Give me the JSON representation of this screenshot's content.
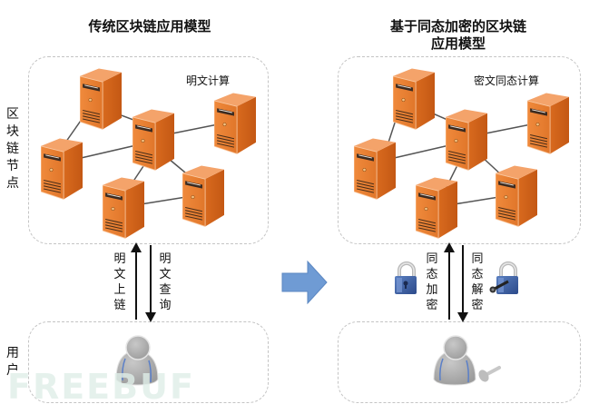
{
  "left_model": {
    "title": "传统区块链应用模型",
    "compute_label": "明文计算",
    "upload_label": "明文上链",
    "query_label": "明文查询"
  },
  "right_model": {
    "title_line1": "基于同态加密的区块链",
    "title_line2": "应用模型",
    "compute_label": "密文同态计算",
    "encrypt_label": "同态加密",
    "decrypt_label": "同态解密"
  },
  "row_labels": {
    "blockchain_nodes": "区块链节点",
    "user": "用户"
  },
  "watermark": "FREEBUF",
  "icons": {
    "server": "server-icon",
    "user": "user-icon",
    "lock": "lock-icon",
    "key": "key-icon",
    "transition_arrow": "right-arrow-icon"
  },
  "colors": {
    "server_front": "#e0762a",
    "server_side": "#c85a14",
    "server_top": "#f4a36a",
    "arrow_blue": "#6f9bd4",
    "panel_border": "#c4c4c4",
    "user_gray": "#a9a9a9"
  },
  "network": {
    "node_count": 6,
    "edges": [
      [
        0,
        1
      ],
      [
        0,
        2
      ],
      [
        1,
        2
      ],
      [
        2,
        3
      ],
      [
        2,
        4
      ],
      [
        2,
        5
      ],
      [
        4,
        5
      ]
    ]
  }
}
